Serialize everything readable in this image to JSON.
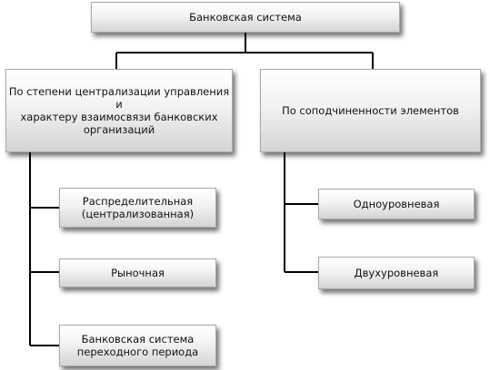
{
  "diagram": {
    "root": {
      "label": "Банковская система"
    },
    "branches": [
      {
        "label_line1": "По степени централизации управления и",
        "label_line2": "характеру взаимосвязи банковских",
        "label_line3": "организаций",
        "children": [
          {
            "line1": "Распределительная",
            "line2": "(централизованная)"
          },
          {
            "line1": "Рыночная",
            "line2": ""
          },
          {
            "line1": "Банковская система",
            "line2": "переходного периода"
          }
        ]
      },
      {
        "label": "По соподчиненности элементов",
        "children": [
          {
            "line1": "Одноуровневая"
          },
          {
            "line1": "Двухуровневая"
          }
        ]
      }
    ],
    "colors": {
      "connector": "#000000",
      "box_border": "#a9a9a9",
      "box_fill_top": "#ffffff",
      "box_fill_bottom": "#d4d4d4"
    }
  }
}
